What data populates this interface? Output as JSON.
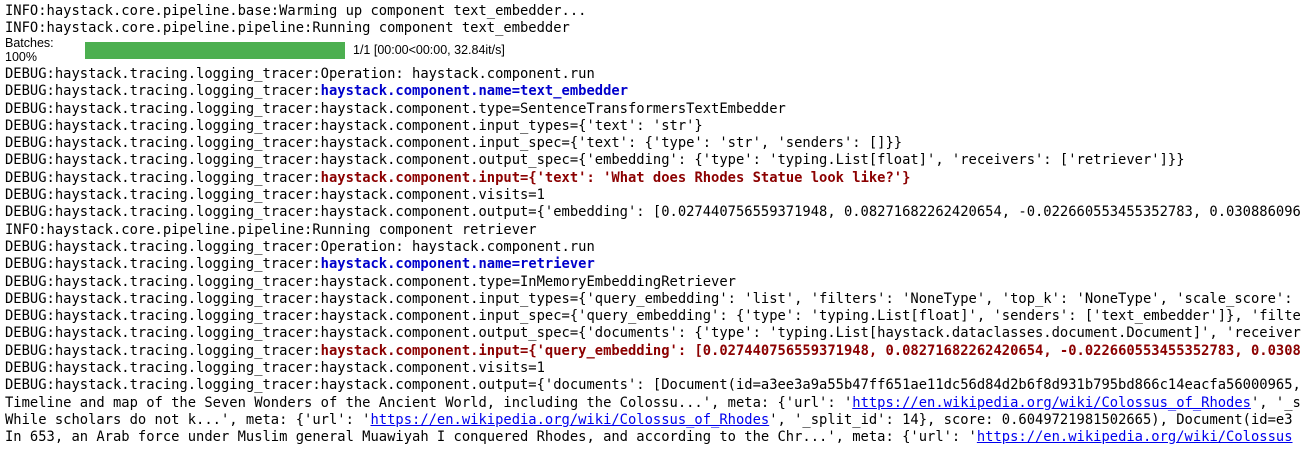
{
  "colors": {
    "accent_blue": "#0000cc",
    "accent_red": "#8b0000",
    "link_blue": "#0000ee",
    "progress_green": "#4caf50"
  },
  "top_log_lines": [
    [
      {
        "t": "INFO:haystack.core.pipeline.base:Warming up component text_embedder...",
        "s": "p"
      }
    ],
    [
      {
        "t": "INFO:haystack.core.pipeline.pipeline:Running component text_embedder",
        "s": "p"
      }
    ]
  ],
  "progress": {
    "label": "Batches: 100%",
    "percent": 100,
    "stats": "1/1 [00:00<00:00, 32.84it/s]"
  },
  "log_lines": [
    [
      {
        "t": "DEBUG:haystack.tracing.logging_tracer:Operation: haystack.component.run",
        "s": "p"
      }
    ],
    [
      {
        "t": "DEBUG:haystack.tracing.logging_tracer:",
        "s": "p"
      },
      {
        "t": "haystack.component.name=text_embedder",
        "s": "b"
      }
    ],
    [
      {
        "t": "DEBUG:haystack.tracing.logging_tracer:haystack.component.type=SentenceTransformersTextEmbedder",
        "s": "p"
      }
    ],
    [
      {
        "t": "DEBUG:haystack.tracing.logging_tracer:haystack.component.input_types={'text': 'str'}",
        "s": "p"
      }
    ],
    [
      {
        "t": "DEBUG:haystack.tracing.logging_tracer:haystack.component.input_spec={'text': {'type': 'str', 'senders': []}}",
        "s": "p"
      }
    ],
    [
      {
        "t": "DEBUG:haystack.tracing.logging_tracer:haystack.component.output_spec={'embedding': {'type': 'typing.List[float]', 'receivers': ['retriever']}}",
        "s": "p"
      }
    ],
    [
      {
        "t": "DEBUG:haystack.tracing.logging_tracer:",
        "s": "p"
      },
      {
        "t": "haystack.component.input={'text': 'What does Rhodes Statue look like?'}",
        "s": "r"
      }
    ],
    [
      {
        "t": "DEBUG:haystack.tracing.logging_tracer:haystack.component.visits=1",
        "s": "p"
      }
    ],
    [
      {
        "t": "DEBUG:haystack.tracing.logging_tracer:haystack.component.output={'embedding': [0.027440756559371948, 0.08271682262420654, -0.022660553455352783, 0.030886096",
        "s": "p"
      }
    ],
    [
      {
        "t": "INFO:haystack.core.pipeline.pipeline:Running component retriever",
        "s": "p"
      }
    ],
    [
      {
        "t": "DEBUG:haystack.tracing.logging_tracer:Operation: haystack.component.run",
        "s": "p"
      }
    ],
    [
      {
        "t": "DEBUG:haystack.tracing.logging_tracer:",
        "s": "p"
      },
      {
        "t": "haystack.component.name=retriever",
        "s": "b"
      }
    ],
    [
      {
        "t": "DEBUG:haystack.tracing.logging_tracer:haystack.component.type=InMemoryEmbeddingRetriever",
        "s": "p"
      }
    ],
    [
      {
        "t": "DEBUG:haystack.tracing.logging_tracer:haystack.component.input_types={'query_embedding': 'list', 'filters': 'NoneType', 'top_k': 'NoneType', 'scale_score':",
        "s": "p"
      }
    ],
    [
      {
        "t": "DEBUG:haystack.tracing.logging_tracer:haystack.component.input_spec={'query_embedding': {'type': 'typing.List[float]', 'senders': ['text_embedder']}, 'filte",
        "s": "p"
      }
    ],
    [
      {
        "t": "DEBUG:haystack.tracing.logging_tracer:haystack.component.output_spec={'documents': {'type': 'typing.List[haystack.dataclasses.document.Document]', 'receiver",
        "s": "p"
      }
    ],
    [
      {
        "t": "DEBUG:haystack.tracing.logging_tracer:",
        "s": "p"
      },
      {
        "t": "haystack.component.input={'query_embedding': [0.027440756559371948, 0.08271682262420654, -0.022660553455352783, 0.0308",
        "s": "r"
      }
    ],
    [
      {
        "t": "DEBUG:haystack.tracing.logging_tracer:haystack.component.visits=1",
        "s": "p"
      }
    ],
    [
      {
        "t": "DEBUG:haystack.tracing.logging_tracer:haystack.component.output={'documents': [Document(id=a3ee3a9a55b47ff651ae11dc56d84d2b6f8d931b795bd866c14eacfa56000965, ",
        "s": "p"
      }
    ],
    [
      {
        "t": "Timeline and map of the Seven Wonders of the Ancient World, including the Colossu...', meta: {'url': '",
        "s": "p"
      },
      {
        "t": "https://en.wikipedia.org/wiki/Colossus_of_Rhodes",
        "s": "l"
      },
      {
        "t": "', '_s",
        "s": "p"
      }
    ],
    [
      {
        "t": "While scholars do not k...', meta: {'url': '",
        "s": "p"
      },
      {
        "t": "https://en.wikipedia.org/wiki/Colossus_of_Rhodes",
        "s": "l"
      },
      {
        "t": "', '_split_id': 14}, score: 0.6049721981502665), Document(id=e3",
        "s": "p"
      }
    ],
    [
      {
        "t": "In 653, an Arab force under Muslim general Muawiyah I conquered Rhodes, and according to the Chr...', meta: {'url': '",
        "s": "p"
      },
      {
        "t": "https://en.wikipedia.org/wiki/Colossus",
        "s": "l"
      }
    ]
  ]
}
